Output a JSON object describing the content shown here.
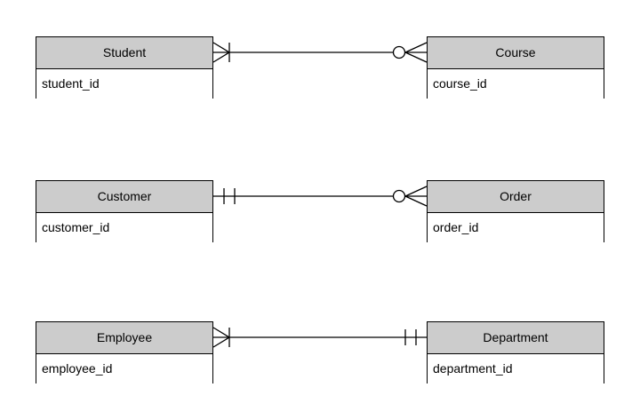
{
  "diagram": {
    "type": "entity-relationship-diagram",
    "notation": "crows-foot",
    "colors": {
      "background": "#ffffff",
      "entity_header_fill": "#cccccc",
      "entity_body_fill": "#ffffff",
      "border": "#000000",
      "line": "#000000",
      "text": "#000000"
    },
    "entities": [
      {
        "name": "Student",
        "attribute": "student_id"
      },
      {
        "name": "Course",
        "attribute": "course_id"
      },
      {
        "name": "Customer",
        "attribute": "customer_id"
      },
      {
        "name": "Order",
        "attribute": "order_id"
      },
      {
        "name": "Employee",
        "attribute": "employee_id"
      },
      {
        "name": "Department",
        "attribute": "department_id"
      }
    ],
    "relationships": [
      {
        "from": "Student",
        "to": "Course",
        "from_cardinality": "one-or-many",
        "to_cardinality": "zero-or-many"
      },
      {
        "from": "Customer",
        "to": "Order",
        "from_cardinality": "exactly-one",
        "to_cardinality": "zero-or-many"
      },
      {
        "from": "Employee",
        "to": "Department",
        "from_cardinality": "one-or-many",
        "to_cardinality": "exactly-one"
      }
    ]
  }
}
